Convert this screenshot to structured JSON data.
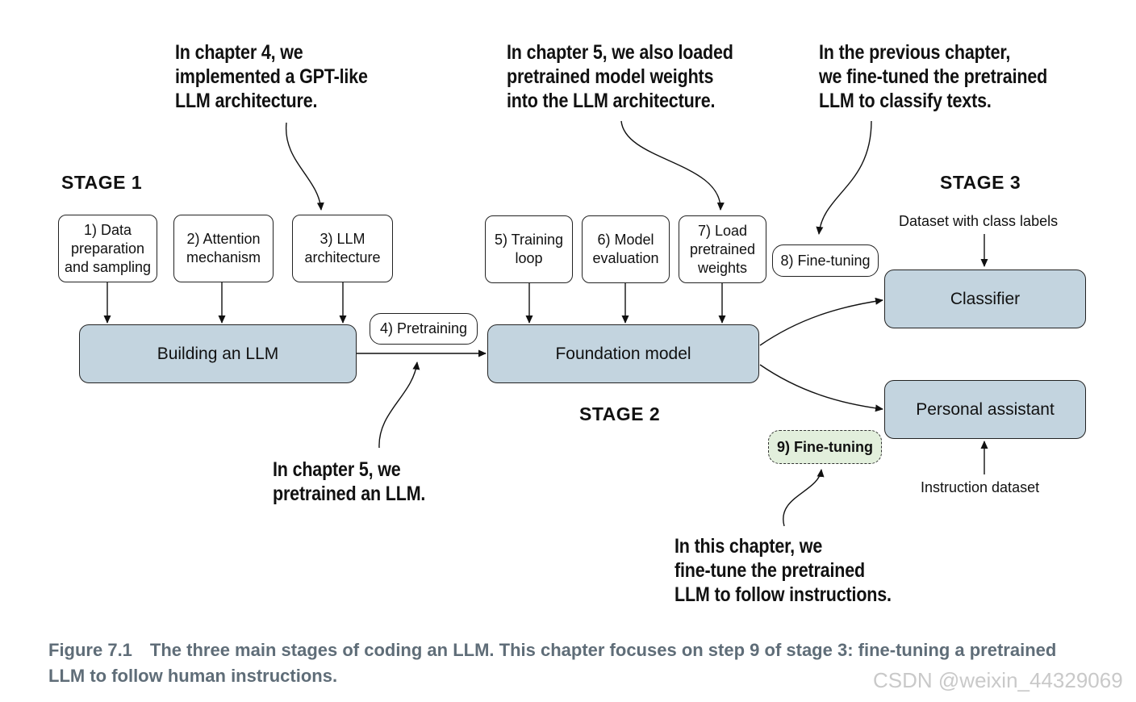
{
  "notes": {
    "chapter4": "In chapter 4, we\nimplemented a GPT-like\nLLM architecture.",
    "chapter5_loaded": "In chapter 5, we also loaded\npretrained model weights\ninto the LLM architecture.",
    "previous_chapter": "In the previous chapter,\nwe fine-tuned the pretrained\nLLM to classify texts.",
    "chapter5_pretrained": "In chapter 5, we\npretrained an LLM.",
    "this_chapter": "In this chapter, we\nfine-tune the pretrained\nLLM to follow instructions."
  },
  "stages": {
    "stage1": "STAGE 1",
    "stage2": "STAGE 2",
    "stage3": "STAGE 3"
  },
  "steps": {
    "step1": "1) Data\npreparation\nand sampling",
    "step2": "2) Attention\nmechanism",
    "step3": "3) LLM\narchitecture",
    "step4": "4) Pretraining",
    "step5": "5) Training\nloop",
    "step6": "6) Model\nevaluation",
    "step7": "7) Load\npretrained\nweights",
    "step8": "8) Fine-tuning",
    "step9": "9) Fine-tuning"
  },
  "main_nodes": {
    "building": "Building an LLM",
    "foundation": "Foundation model",
    "classifier": "Classifier",
    "assistant": "Personal assistant"
  },
  "inputs": {
    "class_labels": "Dataset with class labels",
    "instruction": "Instruction dataset"
  },
  "caption": {
    "figure": "Figure 7.1",
    "text": "The three main stages of coding an LLM. This chapter focuses on step 9 of stage 3: fine-tuning a pretrained LLM to follow human instructions."
  },
  "watermark": "CSDN @weixin_44329069",
  "colors": {
    "main_box_fill": "#c3d4df",
    "highlight_fill": "#e2efdc",
    "caption_text": "#5f6d78"
  }
}
